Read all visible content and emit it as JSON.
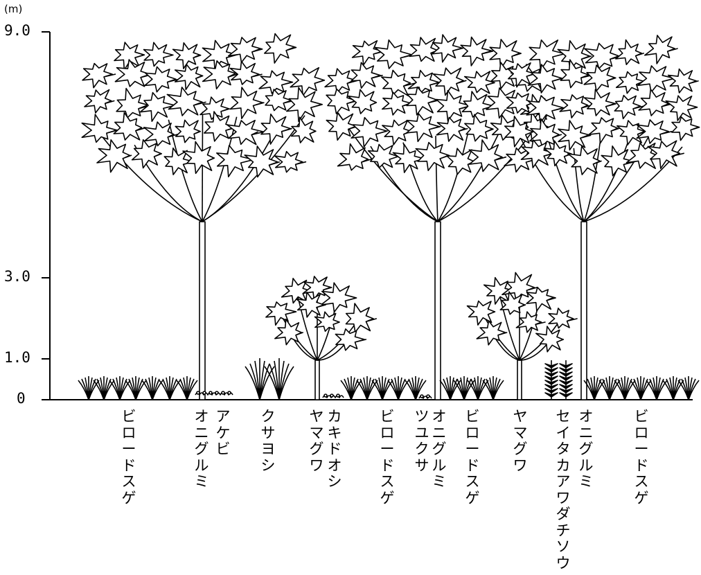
{
  "axis": {
    "unit": "(m)",
    "ticks": [
      {
        "label": "9.0",
        "value": 9.0
      },
      {
        "label": "3.0",
        "value": 3.0
      },
      {
        "label": "1.0",
        "value": 1.0
      },
      {
        "label": "0",
        "value": 0
      }
    ]
  },
  "species_labels": [
    "ビロードスゲ",
    "オニグルミ",
    "アケビ",
    "クサヨシ",
    "ヤマグワ",
    "カキドオシ",
    "ビロードスゲ",
    "ツユクサ",
    "オニグルミ",
    "ビロードスゲ",
    "ヤマグワ",
    "セイタカアワダチソウ",
    "オニグルミ",
    "ビロードスゲ"
  ],
  "vegetation": [
    {
      "species": "オニグルミ",
      "height_m": 9.0
    },
    {
      "species": "オニグルミ",
      "height_m": 9.0
    },
    {
      "species": "オニグルミ",
      "height_m": 9.0
    },
    {
      "species": "ヤマグワ",
      "height_m": 3.0
    },
    {
      "species": "ヤマグワ",
      "height_m": 3.0
    },
    {
      "species": "クサヨシ",
      "height_m": 1.0
    },
    {
      "species": "セイタカアワダチソウ",
      "height_m": 1.0
    },
    {
      "species": "ビロードスゲ",
      "height_m": 0.5
    }
  ]
}
